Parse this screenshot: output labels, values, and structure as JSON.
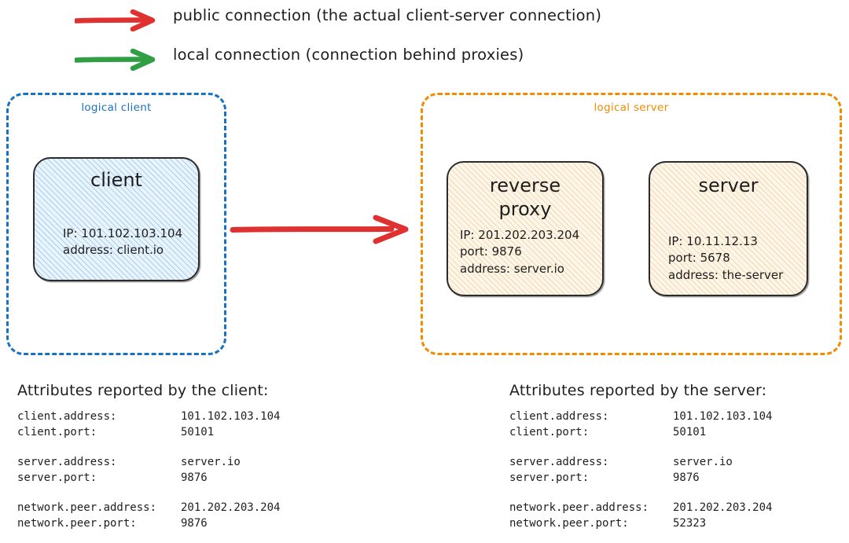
{
  "legend": {
    "items": [
      {
        "icon": "red-arrow-icon",
        "color": "#e03131",
        "label": "public connection (the actual client-server connection)"
      },
      {
        "icon": "green-arrow-icon",
        "color": "#2f9e44",
        "label": "local connection (connection behind proxies)"
      }
    ]
  },
  "diagram": {
    "logical_client": {
      "label": "logical client",
      "border_color": "#1971c2",
      "node": {
        "title": "client",
        "details": "IP: 101.102.103.104\naddress: client.io",
        "fill_color": "#eaf4fc",
        "hatch_color": "#74afe5"
      }
    },
    "logical_server": {
      "label": "logical server",
      "border_color": "#f08c00",
      "nodes": [
        {
          "title": "reverse\nproxy",
          "details": "IP: 201.202.203.204\nport: 9876\naddress: server.io",
          "fill_color": "#fdf6ea",
          "hatch_color": "#f0aa46"
        },
        {
          "title": "server",
          "details": "IP: 10.11.12.13\nport: 5678\naddress: the-server",
          "fill_color": "#fdf6ea",
          "hatch_color": "#f0aa46"
        }
      ]
    },
    "main_arrow": {
      "icon": "red-arrow-icon",
      "color": "#e03131"
    }
  },
  "attributes_client": {
    "heading": "Attributes reported by the client:",
    "groups": [
      [
        {
          "key": "client.address:",
          "value": "101.102.103.104"
        },
        {
          "key": "client.port:",
          "value": "50101"
        }
      ],
      [
        {
          "key": "server.address:",
          "value": "server.io"
        },
        {
          "key": "server.port:",
          "value": "9876"
        }
      ],
      [
        {
          "key": "network.peer.address:",
          "value": "201.202.203.204"
        },
        {
          "key": "network.peer.port:",
          "value": "9876"
        }
      ]
    ]
  },
  "attributes_server": {
    "heading": "Attributes reported by the server:",
    "groups": [
      [
        {
          "key": "client.address:",
          "value": "101.102.103.104"
        },
        {
          "key": "client.port:",
          "value": "50101"
        }
      ],
      [
        {
          "key": "server.address:",
          "value": "server.io"
        },
        {
          "key": "server.port:",
          "value": "9876"
        }
      ],
      [
        {
          "key": "network.peer.address:",
          "value": "201.202.203.204"
        },
        {
          "key": "network.peer.port:",
          "value": "52323"
        }
      ]
    ]
  }
}
